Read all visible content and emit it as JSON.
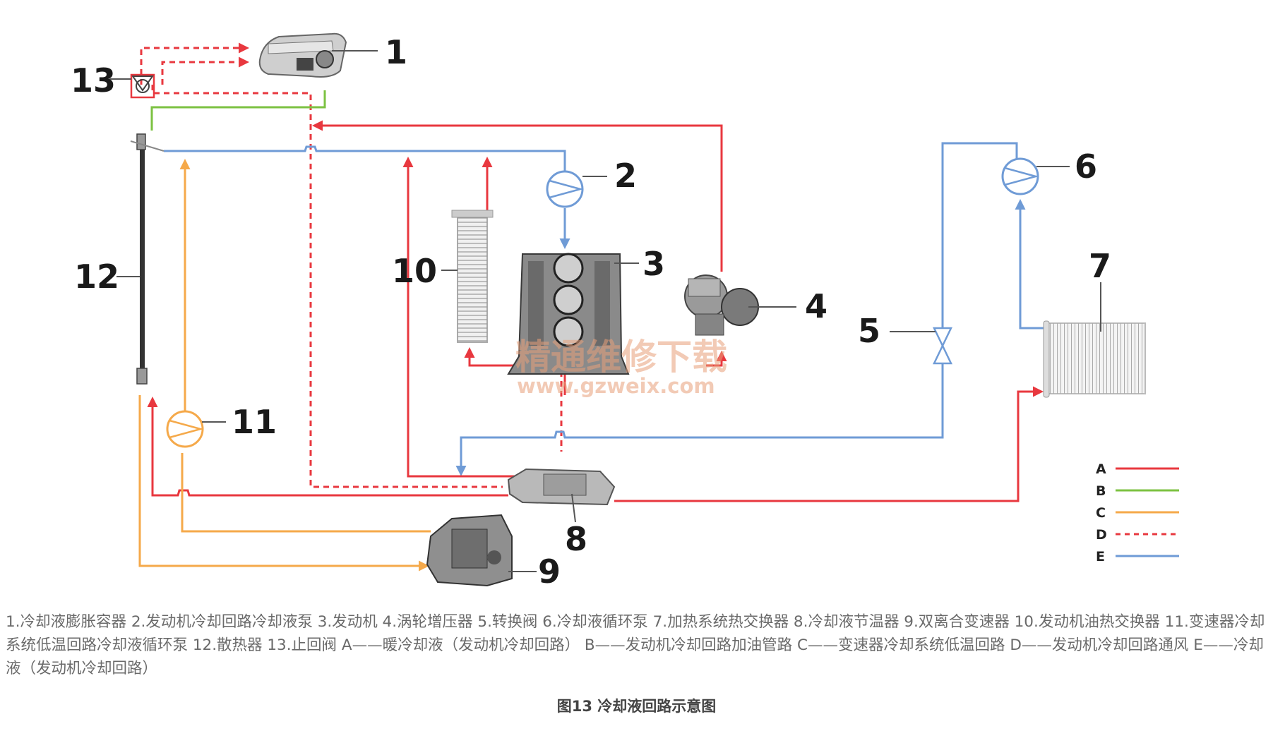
{
  "components": [
    {
      "num": "1"
    },
    {
      "num": "2"
    },
    {
      "num": "3"
    },
    {
      "num": "4"
    },
    {
      "num": "5"
    },
    {
      "num": "6"
    },
    {
      "num": "7"
    },
    {
      "num": "8"
    },
    {
      "num": "9"
    },
    {
      "num": "10"
    },
    {
      "num": "11"
    },
    {
      "num": "12"
    },
    {
      "num": "13"
    }
  ],
  "legend": [
    {
      "letter": "A",
      "color": "#e8383f",
      "style": "solid"
    },
    {
      "letter": "B",
      "color": "#7cc242",
      "style": "solid"
    },
    {
      "letter": "C",
      "color": "#f5a94a",
      "style": "solid"
    },
    {
      "letter": "D",
      "color": "#e8383f",
      "style": "dashed"
    },
    {
      "letter": "E",
      "color": "#6f9bd6",
      "style": "solid"
    }
  ],
  "watermark": {
    "line1": "精通维修下载",
    "line2": "www.gzweix.com"
  },
  "caption": "1.冷却液膨胀容器 2.发动机冷却回路冷却液泵 3.发动机 4.涡轮增压器 5.转换阀 6.冷却液循环泵 7.加热系统热交换器 8.冷却液节温器 9.双离合变速器 10.发动机油热交换器 11.变速器冷却系统低温回路冷却液循环泵 12.散热器 13.止回阀 A——暖冷却液（发动机冷却回路） B——发动机冷却回路加油管路 C——变速器冷却系统低温回路 D——发动机冷却回路通风 E——冷却液（发动机冷却回路）",
  "figure_title": "图13 冷却液回路示意图"
}
